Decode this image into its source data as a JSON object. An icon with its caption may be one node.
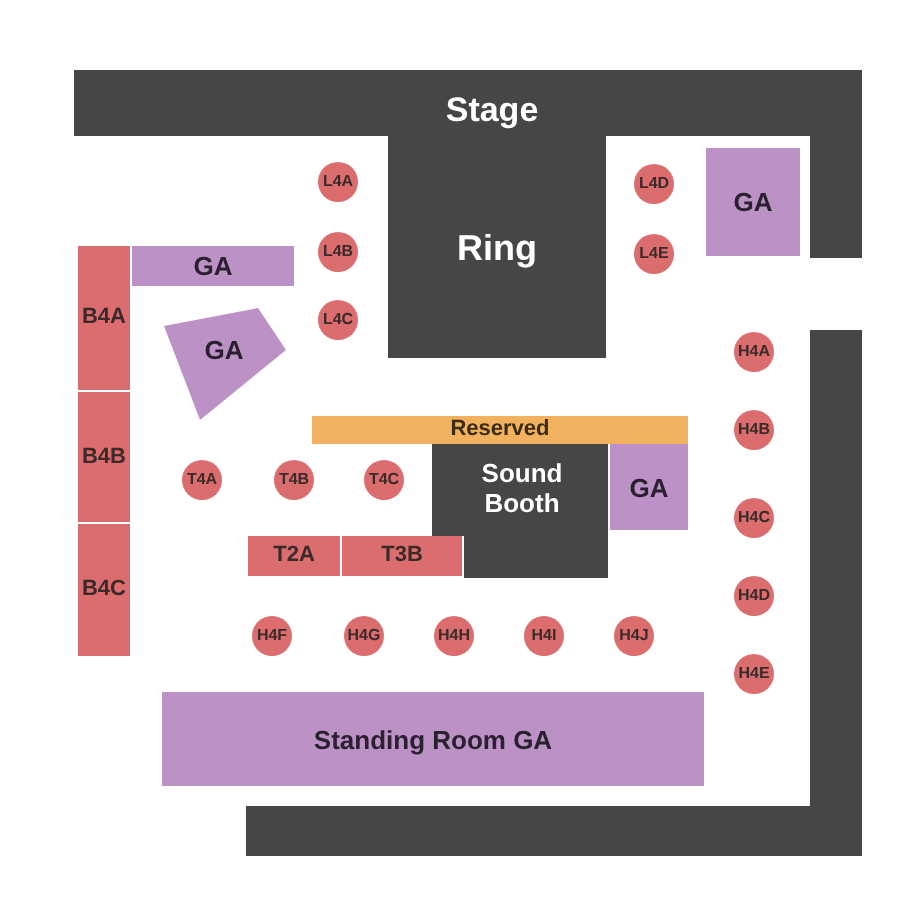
{
  "diagram": {
    "nodes": [
      {
        "text": [
          "Stage"
        ]
      },
      {
        "text": [
          "Ring"
        ]
      },
      {
        "text": [
          "L4A"
        ]
      },
      {
        "text": [
          "L4D"
        ]
      },
      {
        "text": [
          "GA"
        ]
      },
      {
        "text": [
          "L4B"
        ]
      },
      {
        "text": [
          "L4E"
        ]
      },
      {
        "text": [
          "GA"
        ]
      },
      {
        "text": [
          "B4A"
        ]
      },
      {
        "text": [
          "L4C"
        ]
      },
      {
        "text": [
          "GA"
        ]
      },
      {
        "text": [
          "H4A"
        ]
      },
      {
        "text": [
          "Reserved"
        ]
      },
      {
        "text": [
          "H4B"
        ]
      },
      {
        "text": [
          "B4B"
        ]
      },
      {
        "text": [
          "T4A"
        ]
      },
      {
        "text": [
          "T4B"
        ]
      },
      {
        "text": [
          "T4C"
        ]
      },
      {
        "text": [
          "Sound Booth"
        ]
      },
      {
        "text": [
          "GA"
        ]
      },
      {
        "text": [
          "H4C"
        ]
      },
      {
        "text": [
          "T2A"
        ]
      },
      {
        "text": [
          "T3B"
        ]
      },
      {
        "text": [
          "B4C"
        ]
      },
      {
        "text": [
          "H4D"
        ]
      },
      {
        "text": [
          "H4F"
        ]
      },
      {
        "text": [
          "H4G"
        ]
      },
      {
        "text": [
          "H4H"
        ]
      },
      {
        "text": [
          "H4I"
        ]
      },
      {
        "text": [
          "H4J"
        ]
      },
      {
        "text": [
          "H4E"
        ]
      },
      {
        "text": [
          "Standing Room GA"
        ]
      },
      {
        "text": [],
        "shape": "bar"
      }
    ],
    "edges": []
  }
}
